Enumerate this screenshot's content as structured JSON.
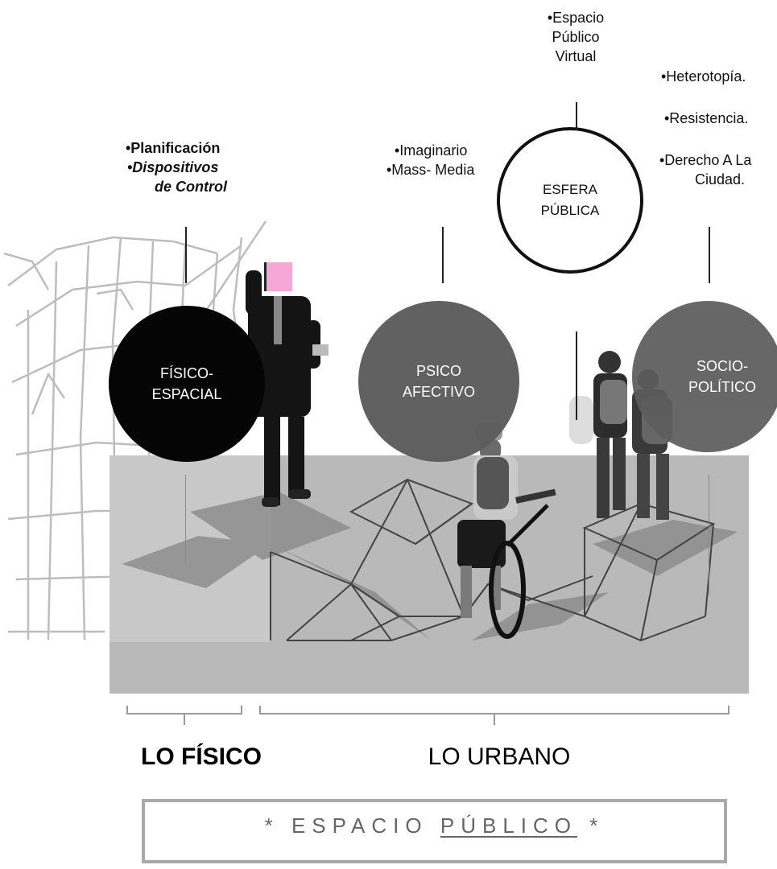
{
  "annotations": {
    "fisico": {
      "line1": "•Planificación",
      "line2": "•Dispositivos",
      "line3": "de Control"
    },
    "psico": {
      "line1": "•Imaginario",
      "line2": "•Mass- Media"
    },
    "virtual": {
      "line1": "•Espacio",
      "line2": "Público",
      "line3": "Virtual"
    },
    "socio": {
      "line1": "•Heterotopía.",
      "line2": "•Resistencia.",
      "line3": "•Derecho A La",
      "line4": "Ciudad."
    }
  },
  "circles": {
    "fisico": {
      "line1": "FÍSICO-",
      "line2": "ESPACIAL"
    },
    "psico": {
      "line1": "PSICO",
      "line2": "AFECTIVO"
    },
    "esfera": {
      "line1": "ESFERA",
      "line2": "PÚBLICA"
    },
    "socio": {
      "line1": "SOCIO-",
      "line2": "POLÍTICO"
    }
  },
  "labels": {
    "lo_fisico": "LO FÍSICO",
    "lo_urbano": "LO URBANO"
  },
  "footer": {
    "prefix": "* ESPACIO",
    "underlined": "PÚBLICO",
    "suffix": "*"
  },
  "colors": {
    "fisico_circle": "#050505",
    "dark_circle": "#5c5c5c",
    "band": "#b9b9b9",
    "footer_border": "#a9a9a9"
  }
}
